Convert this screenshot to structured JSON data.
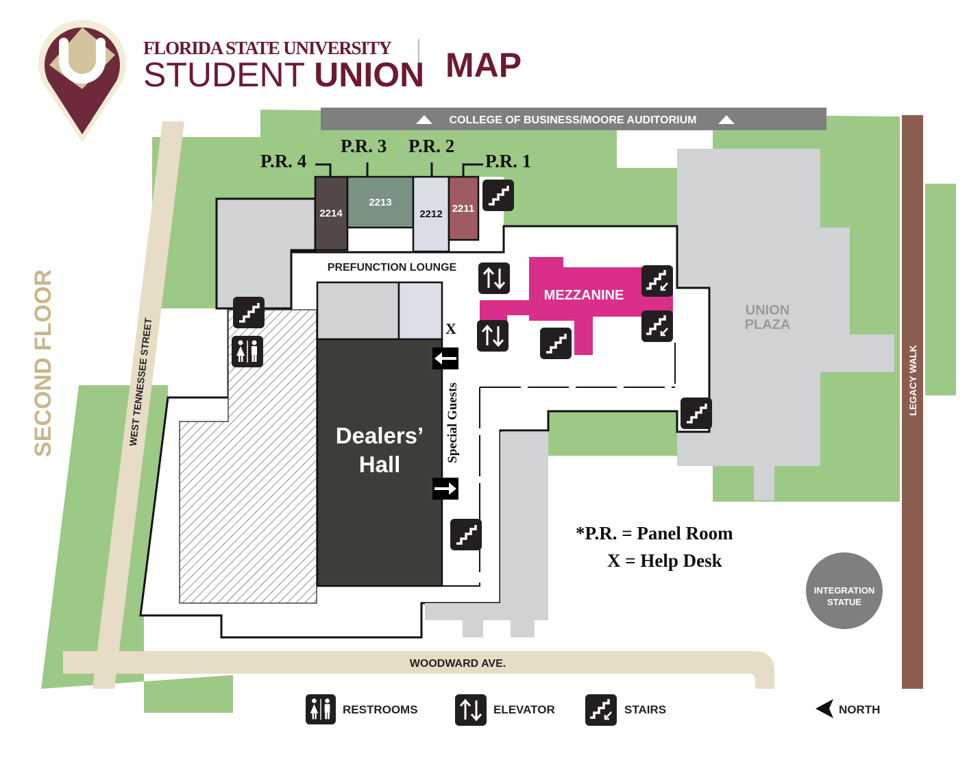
{
  "header": {
    "university": "FLORIDA STATE UNIVERSITY",
    "student": "STUDENT",
    "union": "UNION",
    "title": "MAP",
    "logo_letter": "U"
  },
  "floor_label": "SECOND FLOOR",
  "streets": {
    "west_tennessee": "WEST TENNESSEE STREET",
    "woodward": "WOODWARD AVE.",
    "legacy_walk": "LEGACY WALK",
    "college_bar": "COLLEGE OF BUSINESS/MOORE AUDITORIUM"
  },
  "panel_rooms": [
    {
      "label": "P.R. 4",
      "room": "2214"
    },
    {
      "label": "P.R. 3",
      "room": "2213"
    },
    {
      "label": "P.R. 2",
      "room": "2212"
    },
    {
      "label": "P.R. 1",
      "room": "2211"
    }
  ],
  "areas": {
    "prefunction": "PREFUNCTION LOUNGE",
    "mezzanine": "MEZZANINE",
    "dealers_line1": "Dealers’",
    "dealers_line2": "Hall",
    "special_guests": "Special Guests",
    "help_desk_mark": "X",
    "union_plaza_line1": "UNION",
    "union_plaza_line2": "PLAZA",
    "statue_line1": "INTEGRATION",
    "statue_line2": "STATUE"
  },
  "key": {
    "panel_room": "*P.R. = Panel Room",
    "help_desk": "X = Help Desk"
  },
  "legend": {
    "restrooms": "RESTROOMS",
    "elevator": "ELEVATOR",
    "stairs": "STAIRS",
    "north": "NORTH"
  },
  "colors": {
    "garnet": "#6b1a30",
    "gold": "#c9b68c",
    "green": "#9dc986",
    "building_gray": "#d1d2d4",
    "mezzanine": "#d92e8a",
    "dealers": "#3e3d39",
    "legacy_walk": "#8b5c50",
    "road": "#e7dcc5"
  }
}
